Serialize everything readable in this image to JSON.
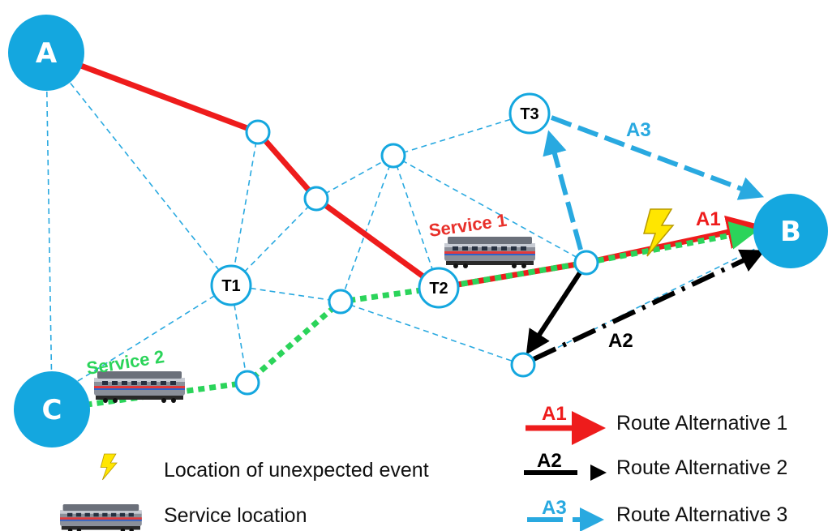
{
  "nodes": {
    "A": "A",
    "B": "B",
    "C": "C",
    "T1": "T1",
    "T2": "T2",
    "T3": "T3"
  },
  "services": {
    "service1": "Service 1",
    "service2": "Service 2"
  },
  "routes": {
    "a1": "A1",
    "a2": "A2",
    "a3": "A3"
  },
  "legend": {
    "event": "Location of unexpected event",
    "service_location": "Service location",
    "a1_label": "A1",
    "a1_text": "Route Alternative 1",
    "a2_label": "A2",
    "a2_text": "Route Alternative 2",
    "a3_label": "A3",
    "a3_text": "Route Alternative 3"
  },
  "colors": {
    "node_fill": "#14a7df",
    "route_a1": "#ee1c1c",
    "route_a2": "#000000",
    "route_a3": "#29a9e0",
    "service2_path": "#2bd45a",
    "event_bolt": "#ffe600"
  }
}
